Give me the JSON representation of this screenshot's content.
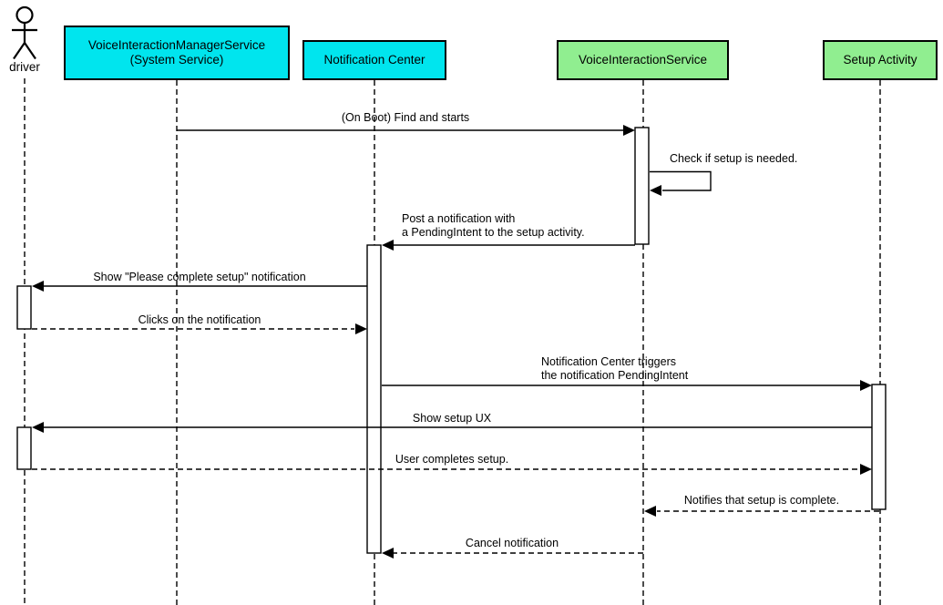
{
  "diagram_type": "uml-sequence-diagram",
  "colors": {
    "background": "#FFFFFF",
    "participant_cyan": "#00E5EE",
    "participant_green": "#90EE90",
    "line": "#000000",
    "activation_fill": "#FFFFFF"
  },
  "participants": [
    {
      "id": "driver",
      "kind": "actor",
      "label": "driver"
    },
    {
      "id": "voice-interaction-manager-service",
      "kind": "box",
      "color": "#00E5EE",
      "line1": "VoiceInteractionManagerService",
      "line2": "(System Service)"
    },
    {
      "id": "notification-center",
      "kind": "box",
      "color": "#00E5EE",
      "line1": "Notification Center"
    },
    {
      "id": "voice-interaction-service",
      "kind": "box",
      "color": "#90EE90",
      "line1": "VoiceInteractionService"
    },
    {
      "id": "setup-activity",
      "kind": "box",
      "color": "#90EE90",
      "line1": "Setup Activity"
    }
  ],
  "messages": [
    {
      "from": "voice-interaction-manager-service",
      "to": "voice-interaction-service",
      "style": "solid",
      "label": "(On Boot) Find and starts"
    },
    {
      "from": "voice-interaction-service",
      "to": "voice-interaction-service",
      "style": "solid-self",
      "label": "Check if setup is needed."
    },
    {
      "from": "voice-interaction-service",
      "to": "notification-center",
      "style": "solid",
      "line1": "Post a notification with",
      "line2": "a PendingIntent to the setup activity."
    },
    {
      "from": "notification-center",
      "to": "driver",
      "style": "solid",
      "label": "Show \"Please complete setup\" notification"
    },
    {
      "from": "driver",
      "to": "notification-center",
      "style": "dashed",
      "label": "Clicks on the notification"
    },
    {
      "from": "notification-center",
      "to": "setup-activity",
      "style": "solid",
      "line1": "Notification Center triggers",
      "line2": "the notification PendingIntent"
    },
    {
      "from": "setup-activity",
      "to": "driver",
      "style": "solid",
      "label": "Show setup UX"
    },
    {
      "from": "driver",
      "to": "setup-activity",
      "style": "dashed",
      "label": "User completes setup."
    },
    {
      "from": "setup-activity",
      "to": "voice-interaction-service",
      "style": "dashed",
      "label": "Notifies that setup is complete."
    },
    {
      "from": "voice-interaction-service",
      "to": "notification-center",
      "style": "dashed",
      "label": "Cancel notification"
    }
  ]
}
